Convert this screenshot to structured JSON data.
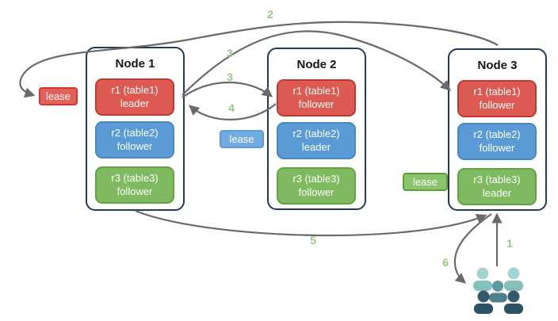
{
  "nodes": [
    {
      "title": "Node 1",
      "replicas": [
        {
          "name": "r1 (table1)",
          "role": "leader"
        },
        {
          "name": "r2 (table2)",
          "role": "follower"
        },
        {
          "name": "r3 (table3)",
          "role": "follower"
        }
      ]
    },
    {
      "title": "Node 2",
      "replicas": [
        {
          "name": "r1 (table1)",
          "role": "follower"
        },
        {
          "name": "r2 (table2)",
          "role": "leader"
        },
        {
          "name": "r3 (table3)",
          "role": "follower"
        }
      ]
    },
    {
      "title": "Node 3",
      "replicas": [
        {
          "name": "r1 (table1)",
          "role": "follower"
        },
        {
          "name": "r2 (table2)",
          "role": "follower"
        },
        {
          "name": "r3 (table3)",
          "role": "leader"
        }
      ]
    }
  ],
  "leases": [
    {
      "label": "lease",
      "color": "#e2615a",
      "border": "#da332b"
    },
    {
      "label": "lease",
      "color": "#71abe0",
      "border": "#5b9bd5"
    },
    {
      "label": "lease",
      "color": "#8ac46c",
      "border": "#5fa03d"
    }
  ],
  "steps": [
    {
      "label": "2"
    },
    {
      "label": "3"
    },
    {
      "label": "3"
    },
    {
      "label": "4"
    },
    {
      "label": "5"
    },
    {
      "label": "1"
    },
    {
      "label": "6"
    }
  ],
  "colors": {
    "replica_red": "#dd5a52",
    "replica_blue": "#5b9bd5",
    "replica_green": "#7fba60",
    "node_border": "#24395b",
    "arrow": "#6a6a6a",
    "step_label": "#96c97e",
    "users_light_head": "#a4d4d1",
    "users_light_body": "#85c0bd",
    "users_mid_head": "#5f98a0",
    "users_mid_body": "#527f8c",
    "users_dark_head": "#35596c",
    "users_dark_body": "#2e5265"
  }
}
